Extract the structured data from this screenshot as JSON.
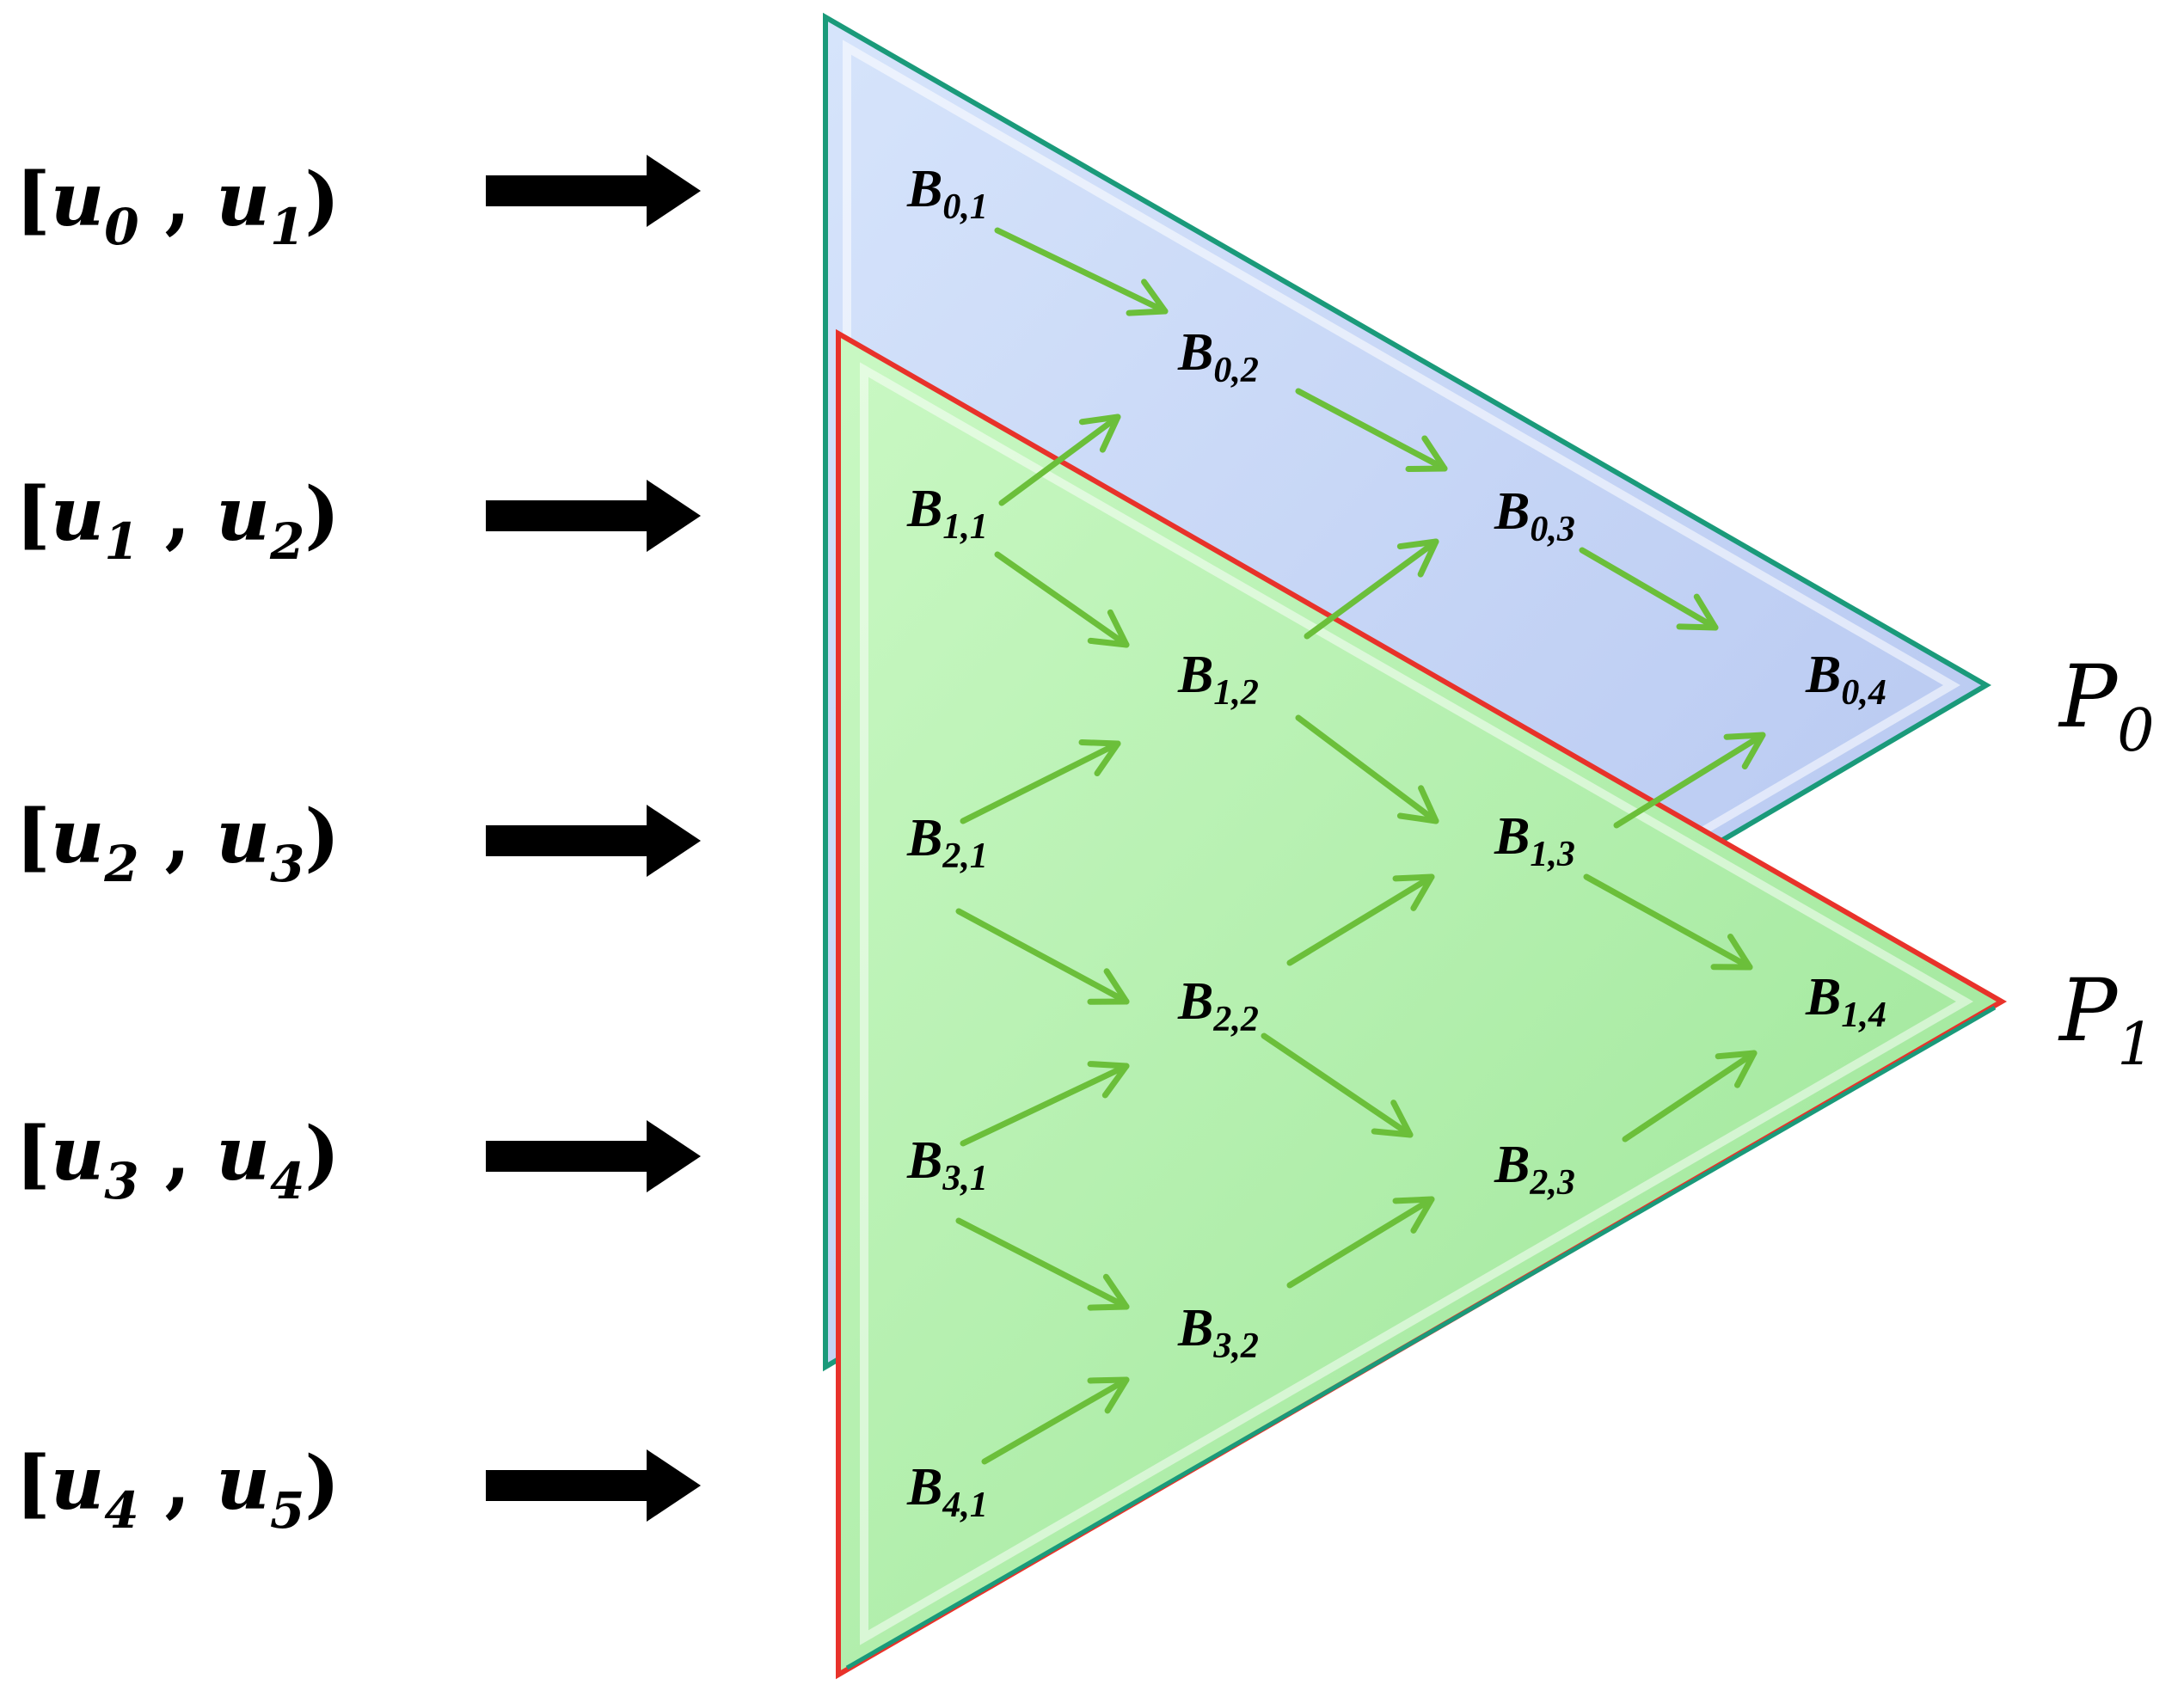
{
  "intervals": [
    {
      "left": "[",
      "a": "u",
      "a_sub": "0",
      "sep": " , ",
      "b": "u",
      "b_sub": "1",
      "right": ")"
    },
    {
      "left": "[",
      "a": "u",
      "a_sub": "1",
      "sep": " , ",
      "b": "u",
      "b_sub": "2",
      "right": ")"
    },
    {
      "left": "[",
      "a": "u",
      "a_sub": "2",
      "sep": " , ",
      "b": "u",
      "b_sub": "3",
      "right": ")"
    },
    {
      "left": "[",
      "a": "u",
      "a_sub": "3",
      "sep": " , ",
      "b": "u",
      "b_sub": "4",
      "right": ")"
    },
    {
      "left": "[",
      "a": "u",
      "a_sub": "4",
      "sep": " , ",
      "b": "u",
      "b_sub": "5",
      "right": ")"
    }
  ],
  "nodes": {
    "B01": {
      "base": "B",
      "sub": "0,1"
    },
    "B02": {
      "base": "B",
      "sub": "0,2"
    },
    "B03": {
      "base": "B",
      "sub": "0,3"
    },
    "B04": {
      "base": "B",
      "sub": "0,4"
    },
    "B11": {
      "base": "B",
      "sub": "1,1"
    },
    "B12": {
      "base": "B",
      "sub": "1,2"
    },
    "B13": {
      "base": "B",
      "sub": "1,3"
    },
    "B14": {
      "base": "B",
      "sub": "1,4"
    },
    "B21": {
      "base": "B",
      "sub": "2,1"
    },
    "B22": {
      "base": "B",
      "sub": "2,2"
    },
    "B23": {
      "base": "B",
      "sub": "2,3"
    },
    "B31": {
      "base": "B",
      "sub": "3,1"
    },
    "B32": {
      "base": "B",
      "sub": "3,2"
    },
    "B41": {
      "base": "B",
      "sub": "4,1"
    }
  },
  "outputs": {
    "P0": {
      "base": "P",
      "sub": "0"
    },
    "P1": {
      "base": "P",
      "sub": "1"
    }
  },
  "colors": {
    "blue_fill": "#c9dafa",
    "blue_border": "#1a9a7a",
    "green_fill": "#b6f2b0",
    "green_border": "#e8322a",
    "flow_arrow": "#6bbf3a",
    "input_arrow": "#000000"
  }
}
